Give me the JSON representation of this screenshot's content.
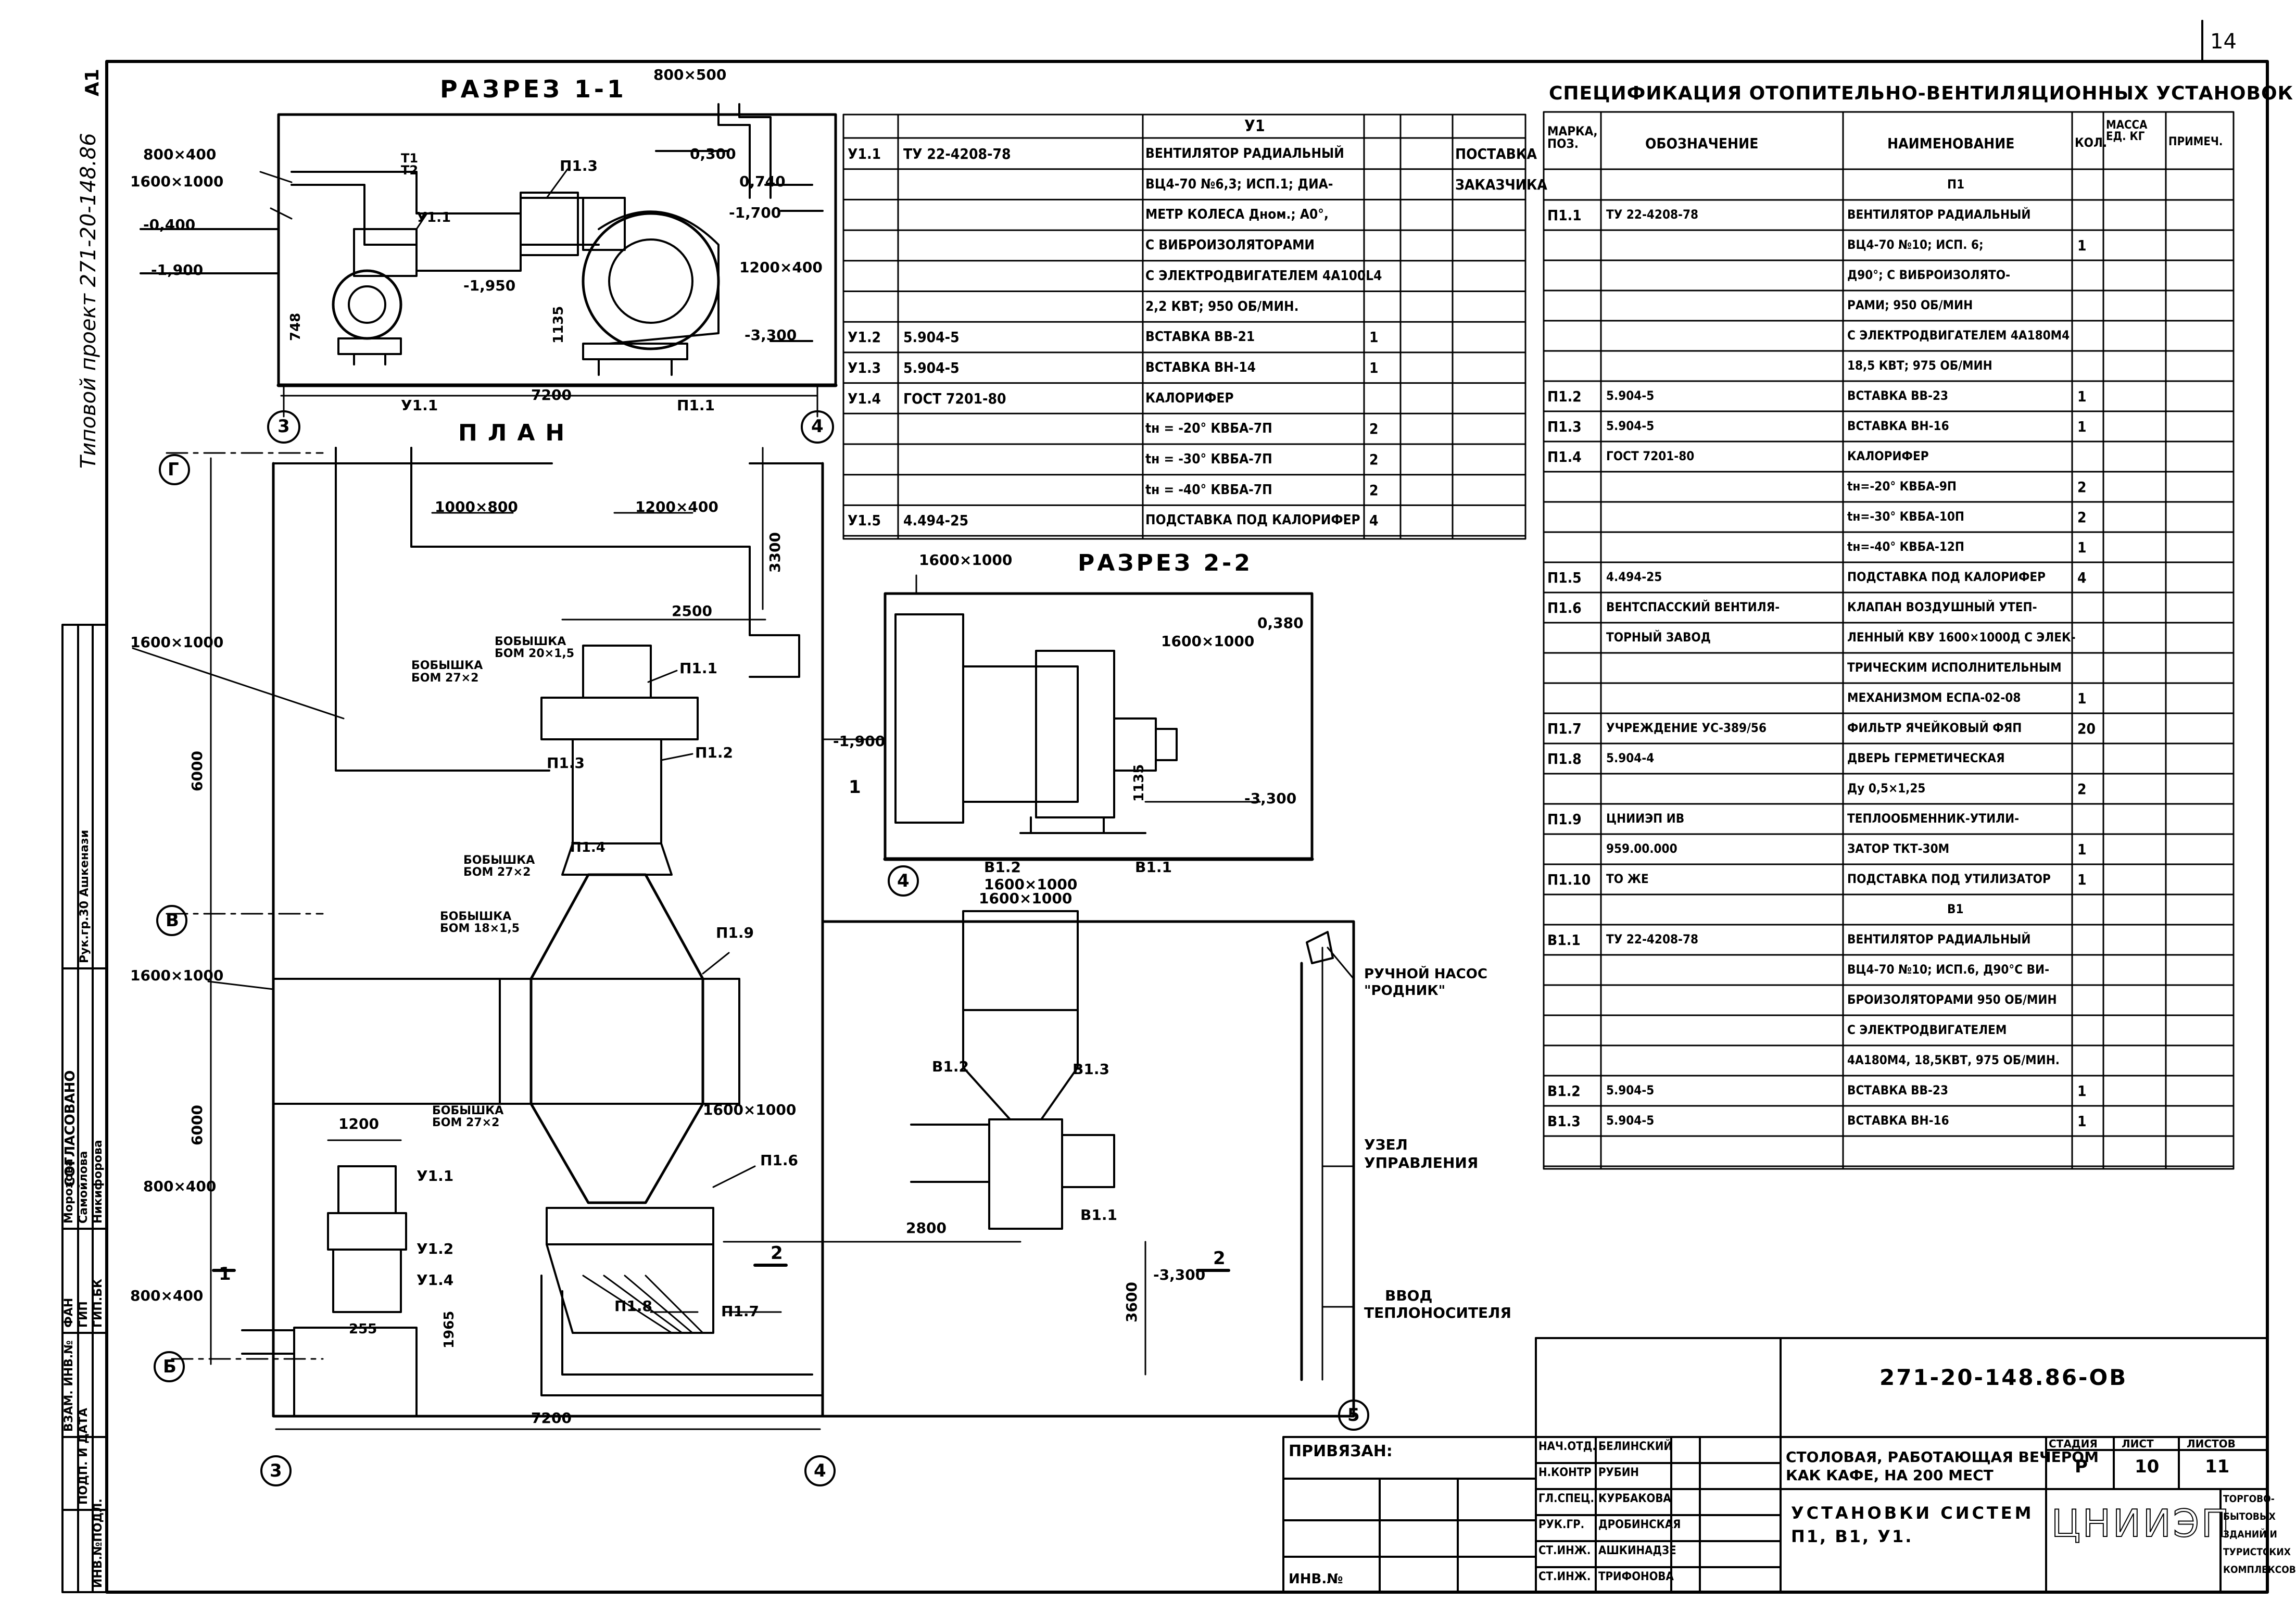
{
  "sheet_no": "14",
  "frame": {
    "project_vertical": "Типовой проект 271-20-148.86",
    "sheet_format": "А1",
    "side_agreed": "СОГЛАСОВАНО",
    "side_rows": [
      "ФАН",
      "ГИП",
      "ГИП.БК"
    ],
    "side_names": [
      "Морозова",
      "Самойлова",
      "Никифорова"
    ],
    "side_stamp": "Рук.гр.30 Ашкенази",
    "side_inv": [
      "ВЗАМ. ИНВ.№",
      "ПОДП. И ДАТА",
      "ИНВ.№ПОДЛ."
    ]
  },
  "section11": {
    "title": "РАЗРЕЗ 1-1",
    "labels": {
      "d800x500": "800×500",
      "d800x400": "800×400",
      "d1600x1000": "1600×1000",
      "d1200x400": "1200×400",
      "lvl_m0400": "-0,400",
      "lvl_m1900": "-1,900",
      "lvl_m1950": "-1,950",
      "lvl_0300": "0,300",
      "lvl_0740": "0,740",
      "lvl_m1700": "-1,700",
      "lvl_m3300": "-3,300",
      "dim748": "748",
      "dim1135": "1135",
      "dim7200": "7200",
      "p13": "П1.3",
      "p11": "П1.1",
      "u11": "У1.1",
      "t1": "Т1",
      "t2": "Т2",
      "axis3": "3",
      "axis4": "4"
    }
  },
  "plan": {
    "title": "ПЛАН",
    "labels": {
      "axisG": "Г",
      "axisV": "В",
      "axisB": "Б",
      "axis3": "3",
      "axis4": "4",
      "axis5": "5",
      "d1000x800": "1000×800",
      "d1200x400": "1200×400",
      "d1600x1000a": "1600×1000",
      "d1600x1000b": "1600×1000",
      "d1600x1000c": "1600×1000",
      "d1600x1000d": "1600×1000",
      "d800x400": "800×400",
      "d800x400b": "800×400",
      "dim3300": "3300",
      "dim2500": "2500",
      "dim6000a": "6000",
      "dim6000b": "6000",
      "dim1200": "1200",
      "dim2800": "2800",
      "dim3600": "3600",
      "dim7200": "7200",
      "dim255": "255",
      "dim1965": "1965",
      "boss1a": "БОБЫШКА",
      "boss1b": "БОМ 20×1,5",
      "boss2a": "БОБЫШКА",
      "boss2b": "БОМ 27×2",
      "boss3a": "БОБЫШКА",
      "boss3b": "БОМ 27×2",
      "boss4a": "БОБЫШКА",
      "boss4b": "БОМ 18×1,5",
      "boss5a": "БОБЫШКА",
      "boss5b": "БОМ 27×2",
      "p11": "П1.1",
      "p12": "П1.2",
      "p13": "П1.3",
      "p14": "П1.4",
      "p16": "П1.6",
      "p17": "П1.7",
      "p18": "П1.8",
      "p19": "П1.9",
      "v11": "В1.1",
      "v12": "В1.2",
      "v13": "В1.3",
      "u11": "У1.1",
      "u12": "У1.2",
      "u14": "У1.4",
      "cut11": "1",
      "cut22": "2",
      "lvl_m3300": "-3,300",
      "valve1": "РУЧНОЙ НАСОС",
      "valve2": "\"РОДНИК\"",
      "node1": "УЗЕЛ",
      "node2": "УПРАВЛЕНИЯ",
      "inlet1": "ВВОД",
      "inlet2": "ТЕПЛОНОСИТЕЛЯ"
    }
  },
  "section22": {
    "title": "РАЗРЕЗ 2-2",
    "labels": {
      "d1600x1000a": "1600×1000",
      "d1600x1000b": "1600×1000",
      "d1600x1000c": "1600×1000",
      "lvl_0380": "0,380",
      "lvl_m1900": "-1,900",
      "lvl_m3300": "-3,300",
      "dim1135": "1135",
      "v11": "В1.1",
      "v12": "В1.2",
      "axis4": "4",
      "cut": "1"
    }
  },
  "u1_table": {
    "header": "У1",
    "rows": [
      [
        "У1.1",
        "ТУ 22-4208-78",
        "ВЕНТИЛЯТОР РАДИАЛЬНЫЙ",
        "",
        "",
        "ПОСТАВКА"
      ],
      [
        "",
        "",
        "ВЦ4-70 №6,3; ИСП.1; ДИА-",
        "",
        "",
        "ЗАКАЗЧИКА"
      ],
      [
        "",
        "",
        "МЕТР КОЛЕСА Дном.; А0°,",
        "",
        "",
        ""
      ],
      [
        "",
        "",
        "С ВИБРОИЗОЛЯТОРАМИ",
        "",
        "",
        ""
      ],
      [
        "",
        "",
        "С ЭЛЕКТРОДВИГАТЕЛЕМ 4А100L4",
        "",
        "",
        ""
      ],
      [
        "",
        "",
        "2,2 КВТ; 950 ОБ/МИН.",
        "",
        "",
        ""
      ],
      [
        "У1.2",
        "5.904-5",
        "ВСТАВКА ВВ-21",
        "1",
        "",
        ""
      ],
      [
        "У1.3",
        "5.904-5",
        "ВСТАВКА ВН-14",
        "1",
        "",
        ""
      ],
      [
        "У1.4",
        "ГОСТ 7201-80",
        "КАЛОРИФЕР",
        "",
        "",
        ""
      ],
      [
        "",
        "",
        "tн = -20°  КВБА-7П",
        "2",
        "",
        ""
      ],
      [
        "",
        "",
        "tн = -30°  КВБА-7П",
        "2",
        "",
        ""
      ],
      [
        "",
        "",
        "tн = -40°  КВБА-7П",
        "2",
        "",
        ""
      ],
      [
        "У1.5",
        "4.494-25",
        "ПОДСТАВКА ПОД КАЛОРИФЕР",
        "4",
        "",
        ""
      ]
    ]
  },
  "spec": {
    "title": "СПЕЦИФИКАЦИЯ ОТОПИТЕЛЬНО-ВЕНТИЛЯЦИОННЫХ УСТАНОВОК",
    "headers": [
      "МАРКА, ПОЗ.",
      "ОБОЗНАЧЕНИЕ",
      "НАИМЕНОВАНИЕ",
      "КОЛ.",
      "МАССА ЕД. КГ",
      "ПРИМЕЧ."
    ],
    "rows": [
      [
        "",
        "",
        "П1",
        "",
        "",
        ""
      ],
      [
        "П1.1",
        "ТУ 22-4208-78",
        "ВЕНТИЛЯТОР РАДИАЛЬНЫЙ",
        "",
        "",
        ""
      ],
      [
        "",
        "",
        "ВЦ4-70 №10; ИСП. 6;",
        "1",
        "",
        ""
      ],
      [
        "",
        "",
        "Д90°; С ВИБРОИЗОЛЯТО-",
        "",
        "",
        ""
      ],
      [
        "",
        "",
        "РАМИ; 950 ОБ/МИН",
        "",
        "",
        ""
      ],
      [
        "",
        "",
        "С ЭЛЕКТРОДВИГАТЕЛЕМ 4А180М4",
        "",
        "",
        ""
      ],
      [
        "",
        "",
        "18,5 КВТ; 975 ОБ/МИН",
        "",
        "",
        ""
      ],
      [
        "П1.2",
        "5.904-5",
        "ВСТАВКА ВВ-23",
        "1",
        "",
        ""
      ],
      [
        "П1.3",
        "5.904-5",
        "ВСТАВКА ВН-16",
        "1",
        "",
        ""
      ],
      [
        "П1.4",
        "ГОСТ 7201-80",
        "КАЛОРИФЕР",
        "",
        "",
        ""
      ],
      [
        "",
        "",
        "tн=-20°  КВБА-9П",
        "2",
        "",
        ""
      ],
      [
        "",
        "",
        "tн=-30°  КВБА-10П",
        "2",
        "",
        ""
      ],
      [
        "",
        "",
        "tн=-40°  КВБА-12П",
        "1",
        "",
        ""
      ],
      [
        "П1.5",
        "4.494-25",
        "ПОДСТАВКА ПОД КАЛОРИФЕР",
        "4",
        "",
        ""
      ],
      [
        "П1.6",
        "ВЕНТСПАССКИЙ ВЕНТИЛЯ-",
        "КЛАПАН ВОЗДУШНЫЙ УТЕП-",
        "",
        "",
        ""
      ],
      [
        "",
        "ТОРНЫЙ ЗАВОД",
        "ЛЕННЫЙ КВУ 1600×1000Д С ЭЛЕК-",
        "",
        "",
        ""
      ],
      [
        "",
        "",
        "ТРИЧЕСКИМ ИСПОЛНИТЕЛЬНЫМ",
        "",
        "",
        ""
      ],
      [
        "",
        "",
        "МЕХАНИЗМОМ ЕСПА-02-08",
        "1",
        "",
        ""
      ],
      [
        "П1.7",
        "УЧРЕЖДЕНИЕ УС-389/56",
        "ФИЛЬТР ЯЧЕЙКОВЫЙ ФЯП",
        "20",
        "",
        ""
      ],
      [
        "П1.8",
        "5.904-4",
        "ДВЕРЬ ГЕРМЕТИЧЕСКАЯ",
        "",
        "",
        ""
      ],
      [
        "",
        "",
        "Ду 0,5×1,25",
        "2",
        "",
        ""
      ],
      [
        "П1.9",
        "ЦНИИЭП ИВ",
        "ТЕПЛООБМЕННИК-УТИЛИ-",
        "",
        "",
        ""
      ],
      [
        "",
        "959.00.000",
        "ЗАТОР ТКТ-30М",
        "1",
        "",
        ""
      ],
      [
        "П1.10",
        "ТО ЖЕ",
        "ПОДСТАВКА ПОД УТИЛИЗАТОР",
        "1",
        "",
        ""
      ],
      [
        "",
        "",
        "В1",
        "",
        "",
        ""
      ],
      [
        "В1.1",
        "ТУ 22-4208-78",
        "ВЕНТИЛЯТОР РАДИАЛЬНЫЙ",
        "",
        "",
        ""
      ],
      [
        "",
        "",
        "ВЦ4-70 №10; ИСП.6, Д90°С ВИ-",
        "",
        "",
        ""
      ],
      [
        "",
        "",
        "БРОИЗОЛЯТОРАМИ 950 ОБ/МИН",
        "",
        "",
        ""
      ],
      [
        "",
        "",
        "С ЭЛЕКТРОДВИГАТЕЛЕМ",
        "",
        "",
        ""
      ],
      [
        "",
        "",
        "4А180М4, 18,5КВТ, 975 ОБ/МИН.",
        "",
        "",
        ""
      ],
      [
        "В1.2",
        "5.904-5",
        "ВСТАВКА ВВ-23",
        "1",
        "",
        ""
      ],
      [
        "В1.3",
        "5.904-5",
        "ВСТАВКА ВН-16",
        "1",
        "",
        ""
      ],
      [
        "",
        "",
        "",
        "",
        "",
        ""
      ]
    ]
  },
  "title_block": {
    "code": "271-20-148.86-ОВ",
    "bind_label": "ПРИВЯЗАН:",
    "inv_label": "ИНВ.№",
    "roles": [
      "НАЧ.ОТД.",
      "Н.КОНТР",
      "ГЛ.СПЕЦ.",
      "РУК.ГР.",
      "СТ.ИНЖ.",
      "СТ.ИНЖ."
    ],
    "names": [
      "БЕЛИНСКИЙ",
      "РУБИН",
      "КУРБАКОВА",
      "ДРОБИНСКАЯ",
      "АШКИНАДЗЕ",
      "ТРИФОНОВА"
    ],
    "object_name_1": "СТОЛОВАЯ, РАБОТАЮЩАЯ ВЕЧЕРОМ",
    "object_name_2": "КАК КАФЕ, НА 200 МЕСТ",
    "sheet_title_1": "УСТАНОВКИ СИСТЕМ",
    "sheet_title_2": "П1, В1, У1.",
    "stage_label": "СТАДИЯ",
    "sheet_label": "ЛИСТ",
    "sheets_label": "ЛИСТОВ",
    "stage": "Р",
    "sheet": "10",
    "sheets": "11",
    "org": "ЦНИИЭП",
    "org_sub": [
      "ТОРГОВО-",
      "БЫТОВЫХ",
      "ЗДАНИЙ И",
      "ТУРИСТСКИХ",
      "КОМПЛЕКСОВ"
    ]
  }
}
